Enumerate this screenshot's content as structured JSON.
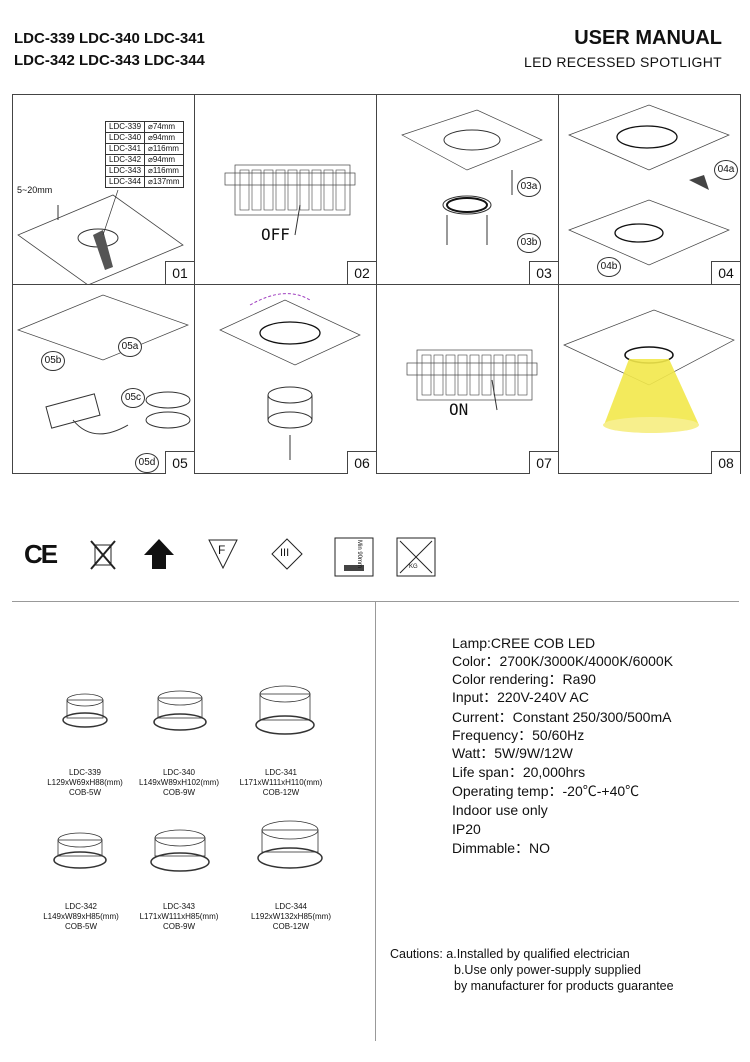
{
  "header": {
    "models_line1": "LDC-339 LDC-340 LDC-341",
    "models_line2": "LDC-342 LDC-343 LDC-344",
    "title": "USER MANUAL",
    "subtitle": "LED RECESSED SPOTLIGHT"
  },
  "steps": {
    "s01": "01",
    "s02": "02",
    "s03": "03",
    "s04": "04",
    "s05": "05",
    "s06": "06",
    "s07": "07",
    "s08": "08"
  },
  "step1": {
    "depth": "5~20mm",
    "sizes": [
      {
        "model": "LDC-339",
        "cut": "⌀74mm"
      },
      {
        "model": "LDC-340",
        "cut": "⌀94mm"
      },
      {
        "model": "LDC-341",
        "cut": "⌀116mm"
      },
      {
        "model": "LDC-342",
        "cut": "⌀94mm"
      },
      {
        "model": "LDC-343",
        "cut": "⌀116mm"
      },
      {
        "model": "LDC-344",
        "cut": "⌀137mm"
      }
    ]
  },
  "step2": {
    "switch_label": "OFF"
  },
  "step3": {
    "a": "03a",
    "b": "03b"
  },
  "step4": {
    "a": "04a",
    "b": "04b"
  },
  "step5": {
    "a": "05a",
    "b": "05b",
    "c": "05c",
    "d": "05d"
  },
  "step7": {
    "switch_label": "ON"
  },
  "icons": [
    "ce-mark-icon",
    "weee-bin-icon",
    "class-ii-insulation-icon",
    "f-mark-icon",
    "class-iii-icon",
    "min-clearance-icon",
    "weight-icon"
  ],
  "icon_text": {
    "ce": "CE",
    "f": "F",
    "iii": "III",
    "min": "Min 90mm",
    "kg": "KG"
  },
  "products": [
    {
      "model": "LDC-339",
      "dims": "L129xW69xH88(mm)",
      "power": "COB-5W"
    },
    {
      "model": "LDC-340",
      "dims": "L149xW89xH102(mm)",
      "power": "COB-9W"
    },
    {
      "model": "LDC-341",
      "dims": "L171xW111xH110(mm)",
      "power": "COB-12W"
    },
    {
      "model": "LDC-342",
      "dims": "L149xW89xH85(mm)",
      "power": "COB-5W"
    },
    {
      "model": "LDC-343",
      "dims": "L171xW111xH85(mm)",
      "power": "COB-9W"
    },
    {
      "model": "LDC-344",
      "dims": "L192xW132xH85(mm)",
      "power": "COB-12W"
    }
  ],
  "specs": [
    "Lamp:CREE COB LED",
    "Color：2700K/3000K/4000K/6000K",
    "Color rendering：Ra90",
    "Input：220V-240V AC",
    "Current：Constant 250/300/500mA",
    "Frequency：50/60Hz",
    "Watt：5W/9W/12W",
    "Life span：20,000hrs",
    " Operating temp：-20℃-+40℃",
    "Indoor use only",
    "IP20",
    "Dimmable：NO"
  ],
  "cautions": {
    "line1": "Cautions: a.Installed by qualified electrician",
    "line2": "b.Use only power-supply supplied",
    "line3": " by manufacturer for products guarantee"
  }
}
